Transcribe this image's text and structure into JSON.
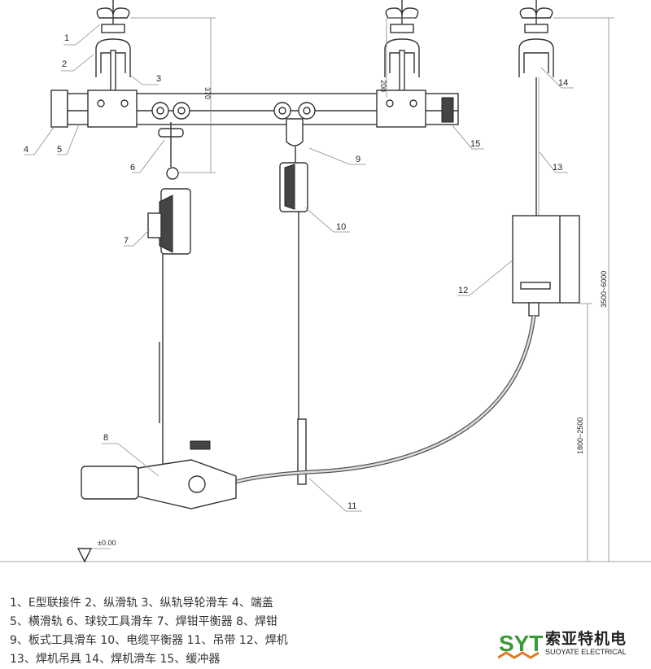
{
  "diagram": {
    "part_labels": [
      "1",
      "2",
      "3",
      "4",
      "5",
      "6",
      "7",
      "8",
      "9",
      "10",
      "11",
      "12",
      "13",
      "14",
      "15"
    ],
    "dimensions": {
      "d370": "370",
      "d200": "200",
      "overall_height": "3500~6000",
      "hang_height": "1800~2500",
      "floor_level": "±0.00"
    }
  },
  "legend": {
    "lines": [
      "1、E型联接件  2、纵滑轨  3、纵轨导轮滑车  4、端盖",
      "5、横滑轨  6、球铰工具滑车  7、焊钳平衡器  8、焊钳",
      "9、板式工具滑车  10、电缆平衡器  11、吊带  12、焊机",
      "13、焊机吊具  14、焊机滑车  15、缓冲器"
    ]
  },
  "logo": {
    "mark": "SYT",
    "name_cn": "索亚特机电",
    "name_en": "SUOYATE ELECTRICAL",
    "colors": {
      "green": "#3a9a3a",
      "orange": "#e07a1f"
    }
  }
}
